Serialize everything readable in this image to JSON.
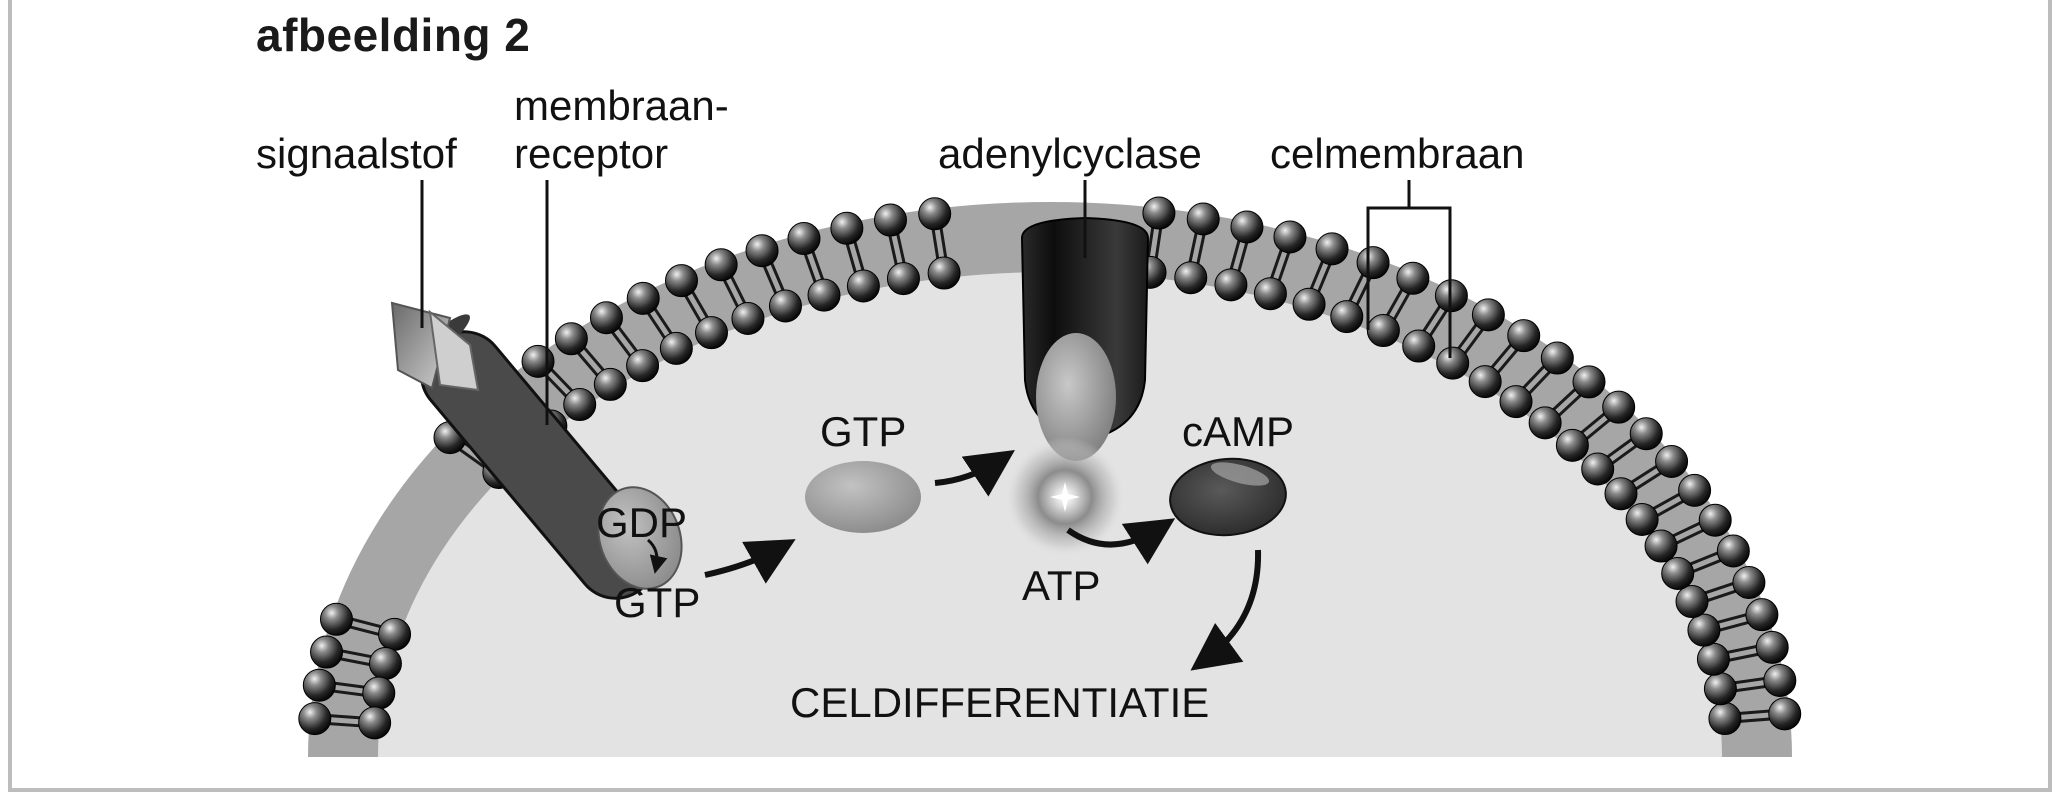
{
  "title": "afbeelding 2",
  "labels": {
    "signaalstof": "signaalstof",
    "membraanreceptor_line1": "membraan-",
    "membraanreceptor_line2": "receptor",
    "adenylcyclase": "adenylcyclase",
    "celmembraan": "celmembraan",
    "gdp": "GDP",
    "gtp_receptor": "GTP",
    "gtp_free": "GTP",
    "atp": "ATP",
    "camp": "cAMP",
    "celdifferentiatie": "CELDIFFERENTIATIE"
  },
  "colors": {
    "frame": "#bdbdbd",
    "cell_interior": "#e3e3e3",
    "membrane_band": "#a6a6a6",
    "phospholipid_head": "#2b2b2b",
    "receptor": "#4a4a4a",
    "adenylcyclase": "#1f1f1f",
    "camp": "#3e3e3e",
    "gtp": "#9a9a9a"
  }
}
